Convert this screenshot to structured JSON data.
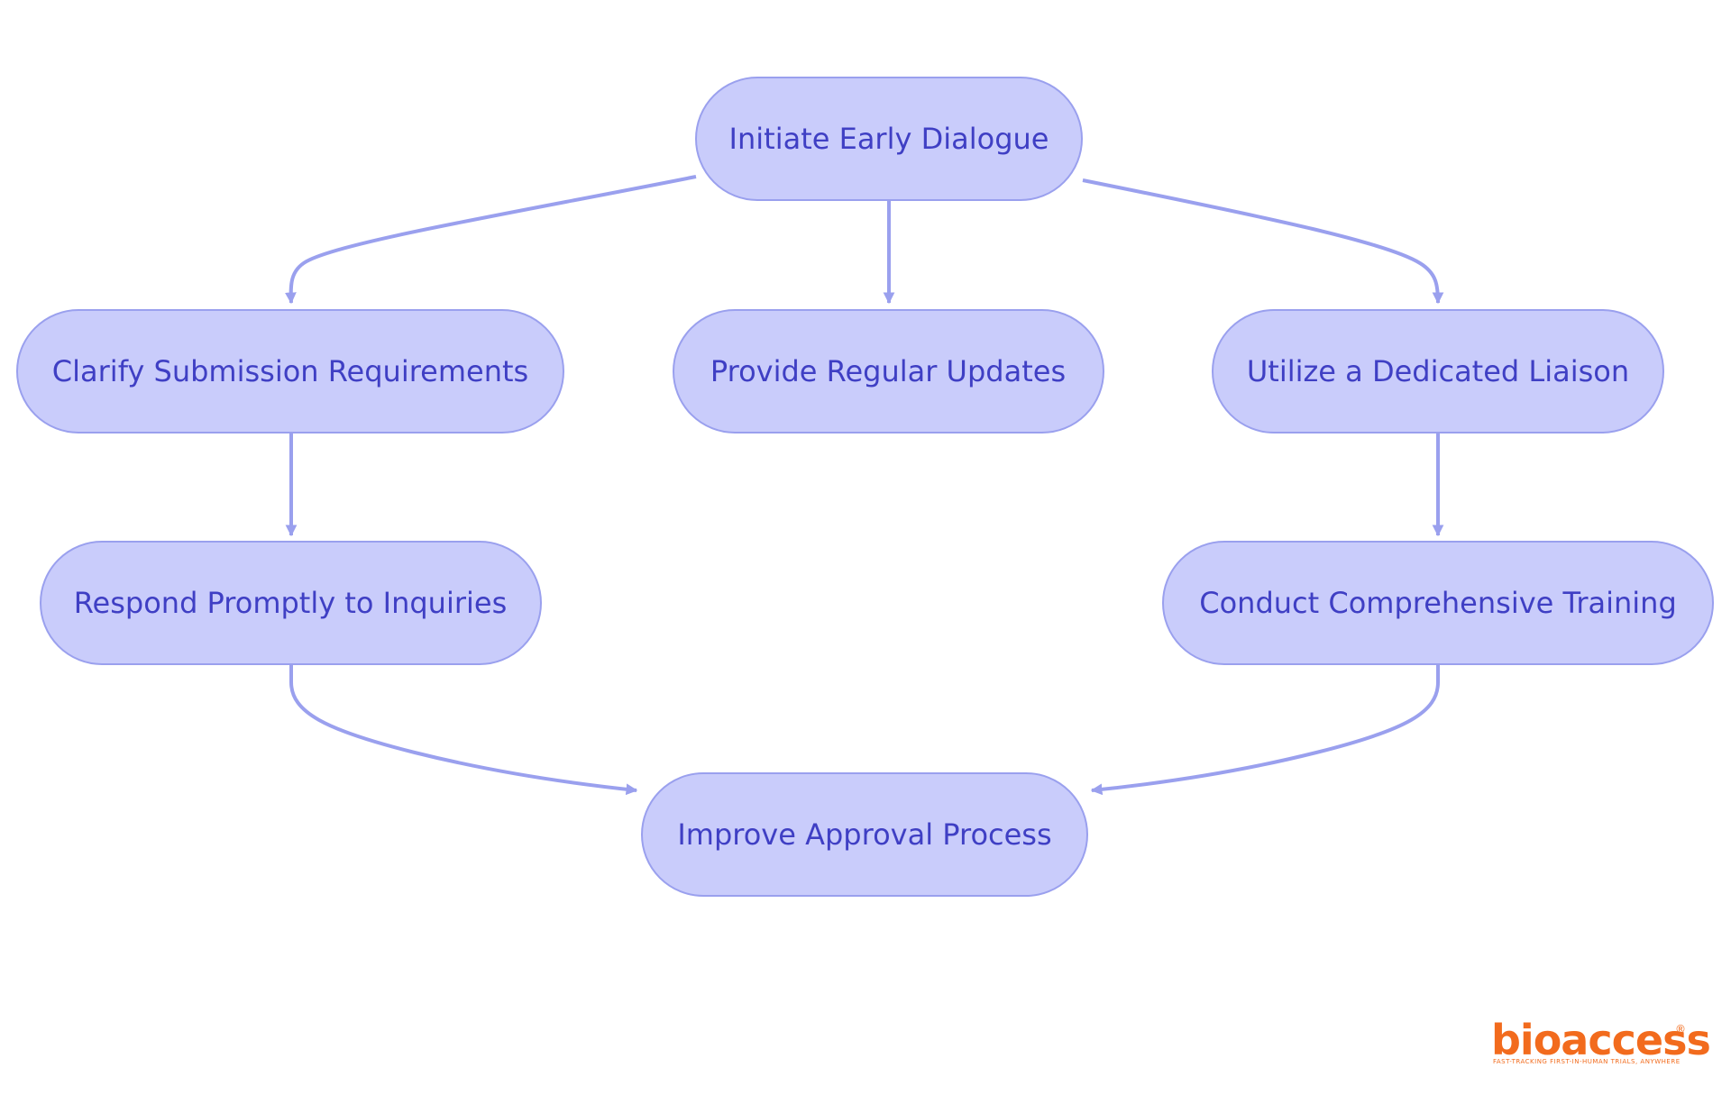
{
  "diagram": {
    "nodes": {
      "initiate": "Initiate Early Dialogue",
      "clarify": "Clarify Submission Requirements",
      "updates": "Provide Regular Updates",
      "liaison": "Utilize a Dedicated Liaison",
      "respond": "Respond Promptly to Inquiries",
      "training": "Conduct Comprehensive Training",
      "improve": "Improve Approval Process"
    },
    "edges": [
      {
        "from": "initiate",
        "to": "clarify"
      },
      {
        "from": "initiate",
        "to": "updates"
      },
      {
        "from": "initiate",
        "to": "liaison"
      },
      {
        "from": "clarify",
        "to": "respond"
      },
      {
        "from": "liaison",
        "to": "training"
      },
      {
        "from": "respond",
        "to": "improve"
      },
      {
        "from": "training",
        "to": "improve"
      }
    ],
    "colors": {
      "node_fill": "#c9ccfb",
      "node_stroke": "#9aa0ee",
      "edge": "#9aa0ee",
      "text": "#3f3fc4"
    }
  },
  "logo": {
    "text": "bioaccess",
    "registered": "®",
    "tagline": "FAST-TRACKING FIRST-IN-HUMAN TRIALS, ANYWHERE",
    "color": "#f26b1d"
  }
}
